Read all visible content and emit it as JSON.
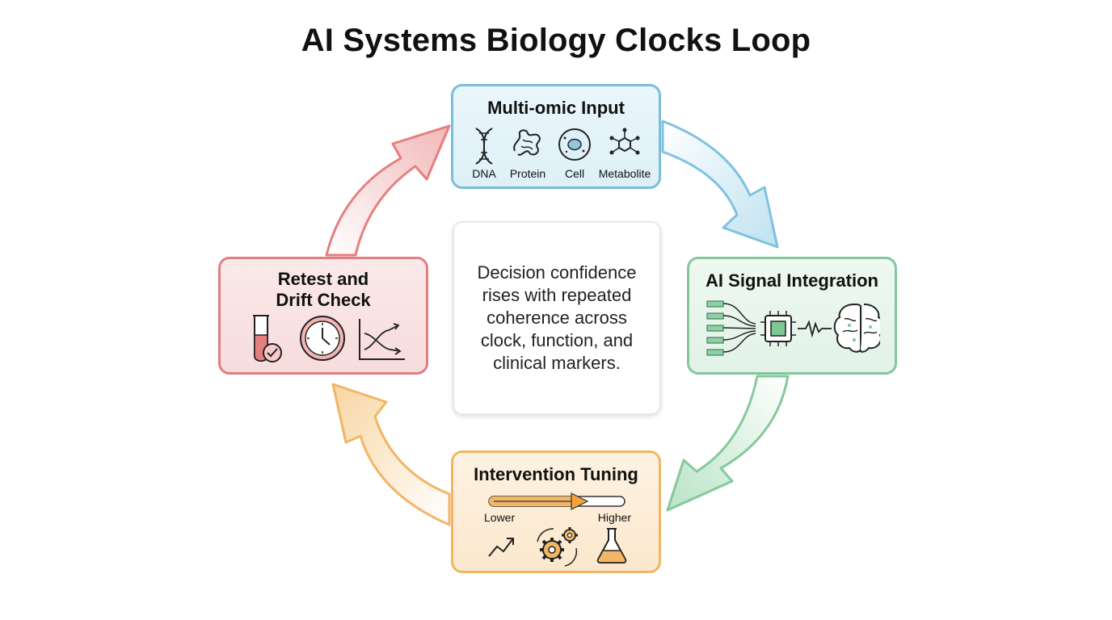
{
  "title": "AI Systems Biology Clocks Loop",
  "nodes": {
    "input": {
      "title": "Multi-omic Input",
      "items": [
        {
          "label": "DNA",
          "icon": "dna-icon"
        },
        {
          "label": "Protein",
          "icon": "protein-icon"
        },
        {
          "label": "Cell",
          "icon": "cell-icon"
        },
        {
          "label": "Metabolite",
          "icon": "metabolite-icon"
        }
      ],
      "colors": {
        "border": "#79bedb",
        "fill": "#e4f3f9"
      }
    },
    "ai": {
      "title": "AI Signal Integration",
      "icons": [
        "input-lines-icon",
        "chip-icon",
        "signal-wave-icon",
        "brain-icon"
      ],
      "colors": {
        "border": "#84c79c",
        "fill": "#e8f5ec"
      }
    },
    "tuning": {
      "title": "Intervention Tuning",
      "slider": {
        "low_label": "Lower",
        "high_label": "Higher"
      },
      "icons": [
        "trend-up-icon",
        "gears-icon",
        "flask-icon"
      ],
      "colors": {
        "border": "#f1b565",
        "fill": "#fcefd9"
      }
    },
    "retest": {
      "title_line1": "Retest and",
      "title_line2": "Drift Check",
      "icons": [
        "test-tube-check-icon",
        "clock-icon",
        "crossing-lines-chart-icon"
      ],
      "colors": {
        "border": "#df7f82",
        "fill": "#f9e3e3"
      }
    }
  },
  "center": {
    "text": "Decision confidence rises with repeated coherence across clock, function, and clinical markers."
  },
  "arrows": {
    "input_to_ai": "#7fc2df",
    "ai_to_tuning": "#86c99b",
    "tuning_to_retest": "#f3b566",
    "retest_to_input": "#e57f7f"
  }
}
